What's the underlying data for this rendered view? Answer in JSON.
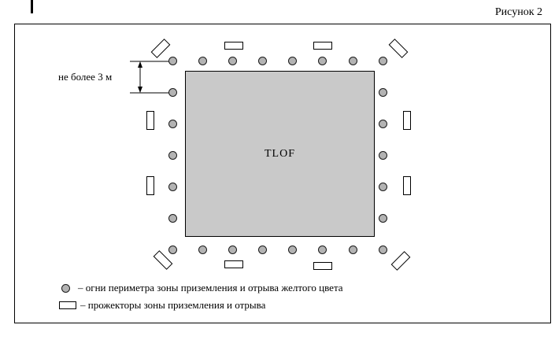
{
  "page": {
    "caption": "Рисунок 2"
  },
  "diagram": {
    "tlof_label": "TLOF",
    "dimension_label": "не более 3 м",
    "symbols": {
      "perimeter_light": "circle",
      "floodlight": "rect"
    },
    "colors": {
      "light_fill": "#b3b3b3",
      "tlof_fill": "#c9c9c9",
      "line": "#000000"
    }
  },
  "legend": [
    {
      "label": "– огни периметра зоны приземления и отрыва желтого цвета"
    },
    {
      "label": "– прожекторы зоны приземления и отрыва"
    }
  ]
}
